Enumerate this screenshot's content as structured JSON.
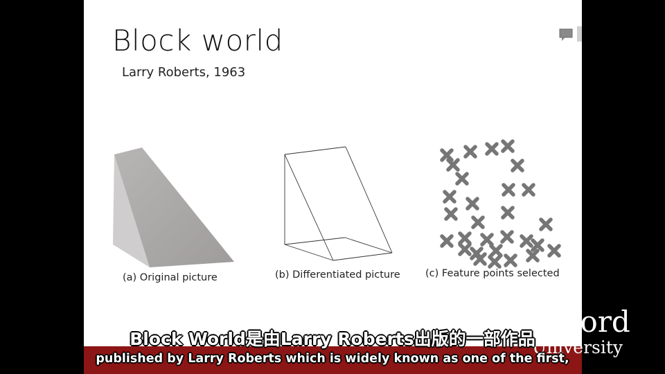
{
  "slide": {
    "title": "Block world",
    "subtitle": "Larry Roberts, 1963",
    "figures": [
      {
        "caption": "(a) Original picture"
      },
      {
        "caption": "(b) Differentiated picture"
      },
      {
        "caption": "(c) Feature points selected"
      }
    ]
  },
  "logo": {
    "text_top": "ford",
    "text_bottom": "University"
  },
  "subtitles": {
    "chinese": "Block World是由Larry Roberts出版的一部作品",
    "english": "published by Larry Roberts which is widely known as one of the first,"
  },
  "icons": {
    "chat": "chat-bubble-icon",
    "feature_mark": "x-mark-icon"
  },
  "colors": {
    "background": "#000000",
    "slide": "#ffffff",
    "accent_bar": "#8c1515",
    "prism_light": "#c9c7c7",
    "prism_dark": "#a9a6a6",
    "feature_mark": "#767676"
  }
}
